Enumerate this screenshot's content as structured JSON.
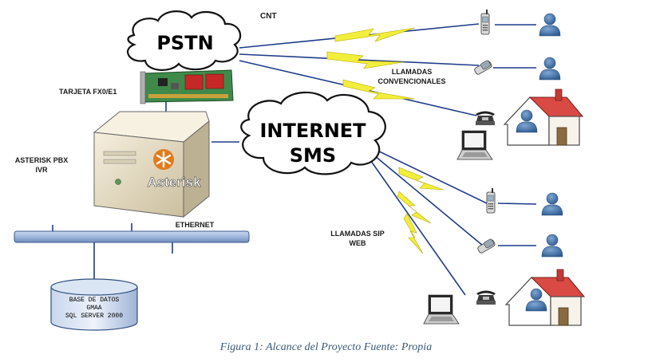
{
  "clouds": {
    "pstn": "PSTN",
    "internet_line1": "INTERNET",
    "internet_line2": "SMS"
  },
  "labels": {
    "cnt": "CNT",
    "llamadas_conv_line1": "LLAMADAS",
    "llamadas_conv_line2": "CONVENCIONALES",
    "tarjeta": "TARJETA FX0/E1",
    "asterisk_line1": "ASTERISK PBX",
    "asterisk_line2": "IVR",
    "ethernet": "ETHERNET",
    "llamadas_sip_line1": "LLAMADAS SIP",
    "llamadas_sip_line2": "WEB"
  },
  "server_logo": "Asterisk",
  "database": {
    "line1": "BASE DE DATOS",
    "line2": "GMAA",
    "line3": "SQL SERVER 2000"
  },
  "caption": "Figura 1: Alcance del Proyecto Fuente: Propia",
  "colors": {
    "link_line": "#1f3c8a",
    "lightning": "#f2ee3c",
    "bus": "#a9bfe0",
    "person": "#3b6ea5",
    "server": "#e8dcc2",
    "logo": "#e07c1e"
  }
}
